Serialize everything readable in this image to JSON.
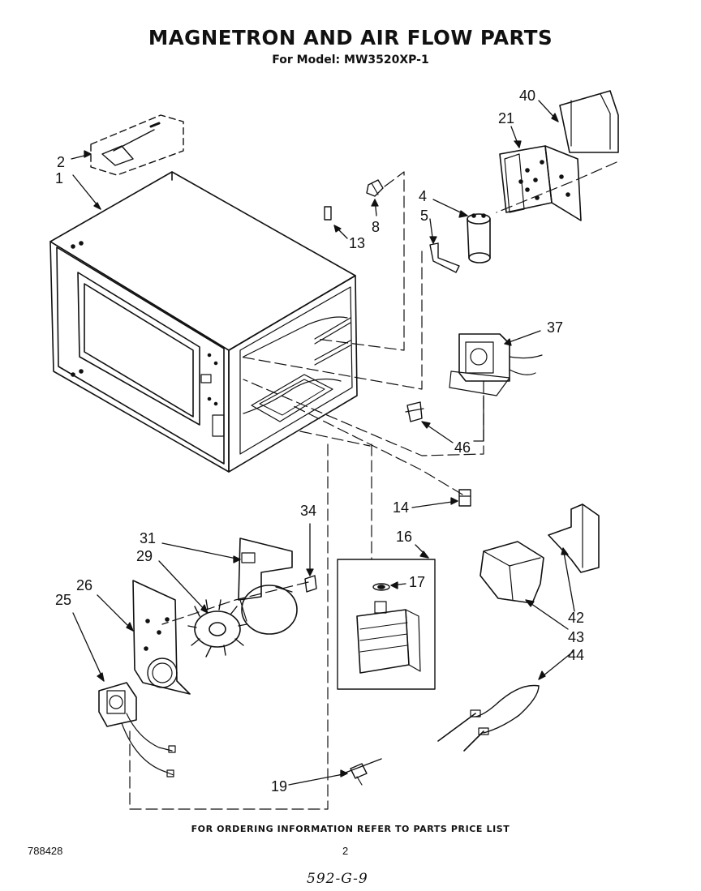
{
  "header": {
    "title": "MAGNETRON AND AIR FLOW PARTS",
    "subtitle": "For Model: MW3520XP-1"
  },
  "callouts": [
    {
      "id": "c1",
      "label": "1"
    },
    {
      "id": "c2",
      "label": "2"
    },
    {
      "id": "c4",
      "label": "4"
    },
    {
      "id": "c5",
      "label": "5"
    },
    {
      "id": "c8",
      "label": "8"
    },
    {
      "id": "c13",
      "label": "13"
    },
    {
      "id": "c14",
      "label": "14"
    },
    {
      "id": "c16",
      "label": "16"
    },
    {
      "id": "c17",
      "label": "17"
    },
    {
      "id": "c19",
      "label": "19"
    },
    {
      "id": "c21",
      "label": "21"
    },
    {
      "id": "c25",
      "label": "25"
    },
    {
      "id": "c26",
      "label": "26"
    },
    {
      "id": "c29",
      "label": "29"
    },
    {
      "id": "c31",
      "label": "31"
    },
    {
      "id": "c34",
      "label": "34"
    },
    {
      "id": "c37",
      "label": "37"
    },
    {
      "id": "c40",
      "label": "40"
    },
    {
      "id": "c42",
      "label": "42"
    },
    {
      "id": "c43",
      "label": "43"
    },
    {
      "id": "c44",
      "label": "44"
    },
    {
      "id": "c46",
      "label": "46"
    }
  ],
  "footer": {
    "note": "FOR ORDERING INFORMATION REFER TO PARTS PRICE LIST",
    "doc_number": "788428",
    "page_number": "2",
    "handwritten": "592-G-9"
  }
}
